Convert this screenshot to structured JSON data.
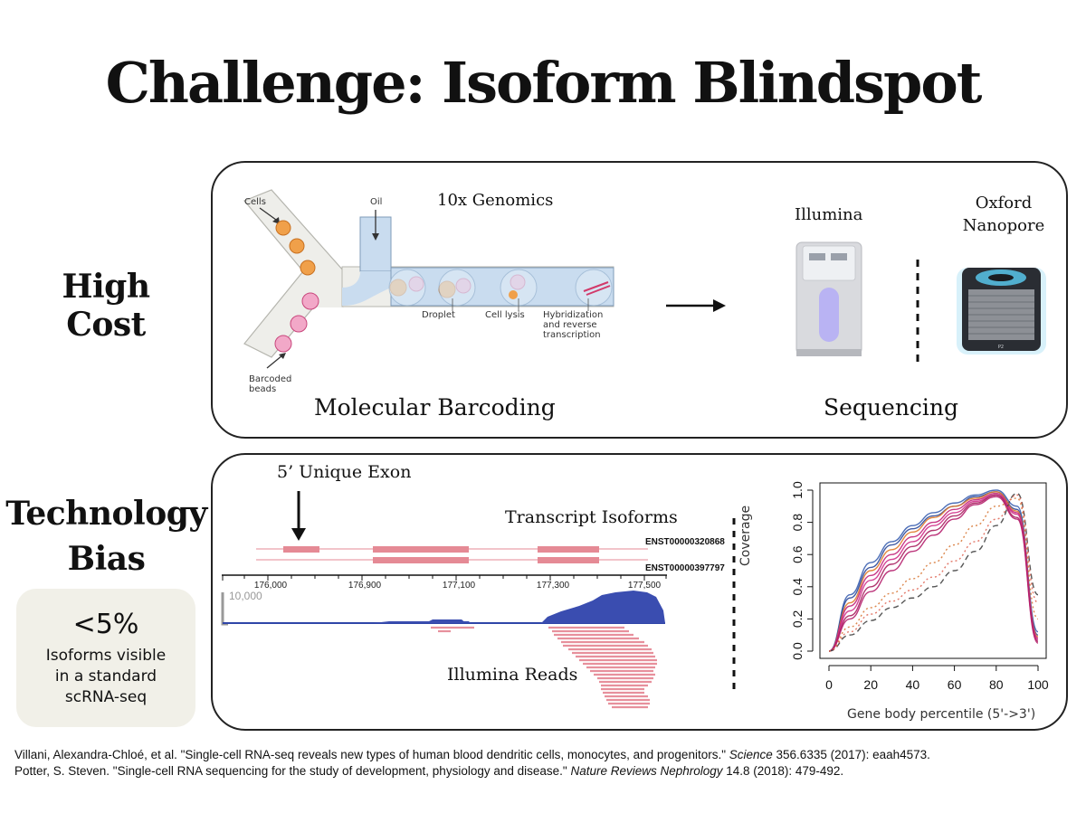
{
  "title": "Challenge: Isoform Blindspot",
  "rows": {
    "cost_label": "High Cost",
    "tech_label_line1": "Technology",
    "tech_label_line2": "Bias"
  },
  "cost_panel": {
    "microfluidics_title": "10x Genomics",
    "labels": {
      "cells": "Cells",
      "oil": "Oil",
      "droplet": "Droplet",
      "cell_lysis": "Cell lysis",
      "hybridization": [
        "Hybridization",
        "and reverse",
        "transcription"
      ],
      "barcoded_beads": [
        "Barcoded",
        "beads"
      ]
    },
    "left_caption": "Molecular Barcoding",
    "right_caption": "Sequencing",
    "sequencer_a": "Illumina",
    "sequencer_b_line1": "Oxford",
    "sequencer_b_line2": "Nanopore",
    "device_b_badge": "P2"
  },
  "bias_panel": {
    "exon_label": "5’ Unique Exon",
    "isoforms_title": "Transcript Isoforms",
    "isoform_1": "ENST00000320868",
    "isoform_2": "ENST00000397797",
    "coord_ticks": [
      "176,000",
      "176,900",
      "177,100",
      "177,300",
      "177,500"
    ],
    "coverage_max": "10,000",
    "reads_label": "Illumina Reads"
  },
  "stat": {
    "value": "<5%",
    "desc_line1": "Isoforms visible",
    "desc_line2": "in a standard",
    "desc_line3": "scRNA-seq"
  },
  "chart_data": {
    "type": "line",
    "xlabel": "Gene body percentile (5'->3')",
    "ylabel": "Coverage",
    "xlim": [
      0,
      100
    ],
    "ylim": [
      0,
      1
    ],
    "x_ticks": [
      "0",
      "20",
      "40",
      "60",
      "80",
      "100"
    ],
    "y_ticks": [
      "0.0",
      "0.2",
      "0.4",
      "0.6",
      "0.8",
      "1.0"
    ],
    "x": [
      0,
      10,
      20,
      30,
      40,
      50,
      60,
      70,
      80,
      90,
      100
    ],
    "series": [
      {
        "values": [
          0.0,
          0.35,
          0.55,
          0.68,
          0.78,
          0.86,
          0.92,
          0.97,
          1.0,
          0.9,
          0.12
        ],
        "color": "#3a5fb0",
        "dash": ""
      },
      {
        "values": [
          0.0,
          0.33,
          0.52,
          0.66,
          0.76,
          0.84,
          0.9,
          0.96,
          0.99,
          0.88,
          0.1
        ],
        "color": "#2e4a9a",
        "dash": ""
      },
      {
        "values": [
          0.0,
          0.3,
          0.5,
          0.63,
          0.74,
          0.83,
          0.9,
          0.95,
          0.99,
          0.87,
          0.09
        ],
        "color": "#e07a2a",
        "dash": ""
      },
      {
        "values": [
          0.0,
          0.28,
          0.47,
          0.6,
          0.71,
          0.8,
          0.88,
          0.94,
          0.98,
          0.86,
          0.08
        ],
        "color": "#c2257a",
        "dash": ""
      },
      {
        "values": [
          0.0,
          0.25,
          0.44,
          0.57,
          0.68,
          0.78,
          0.86,
          0.93,
          0.97,
          0.85,
          0.07
        ],
        "color": "#d0308a",
        "dash": ""
      },
      {
        "values": [
          0.0,
          0.22,
          0.4,
          0.54,
          0.65,
          0.75,
          0.84,
          0.92,
          0.97,
          0.83,
          0.06
        ],
        "color": "#a8205f",
        "dash": ""
      },
      {
        "values": [
          0.0,
          0.2,
          0.37,
          0.5,
          0.62,
          0.72,
          0.82,
          0.91,
          0.96,
          0.82,
          0.05
        ],
        "color": "#b51f6d",
        "dash": ""
      },
      {
        "values": [
          0.0,
          0.15,
          0.27,
          0.36,
          0.45,
          0.55,
          0.66,
          0.78,
          0.9,
          0.95,
          0.2
        ],
        "color": "#d87a3a",
        "dash": "2,3"
      },
      {
        "values": [
          0.0,
          0.1,
          0.19,
          0.27,
          0.33,
          0.4,
          0.5,
          0.62,
          0.78,
          0.98,
          0.35
        ],
        "color": "#444444",
        "dash": "6,4"
      },
      {
        "values": [
          0.0,
          0.12,
          0.23,
          0.31,
          0.38,
          0.46,
          0.56,
          0.68,
          0.82,
          0.97,
          0.3
        ],
        "color": "#e06a5a",
        "dash": "2,3"
      }
    ]
  },
  "references": [
    {
      "pre": "Villani, Alexandra-Chloé, et al. \"Single-cell RNA-seq reveals new types of human blood dendritic cells, monocytes, and progenitors.\" ",
      "journal": "Science",
      "post": " 356.6335 (2017): eaah4573."
    },
    {
      "pre": "Potter, S. Steven. \"Single-cell RNA sequencing for the study of development, physiology and disease.\" ",
      "journal": "Nature Reviews Nephrology",
      "post": " 14.8 (2018): 479-492."
    }
  ]
}
